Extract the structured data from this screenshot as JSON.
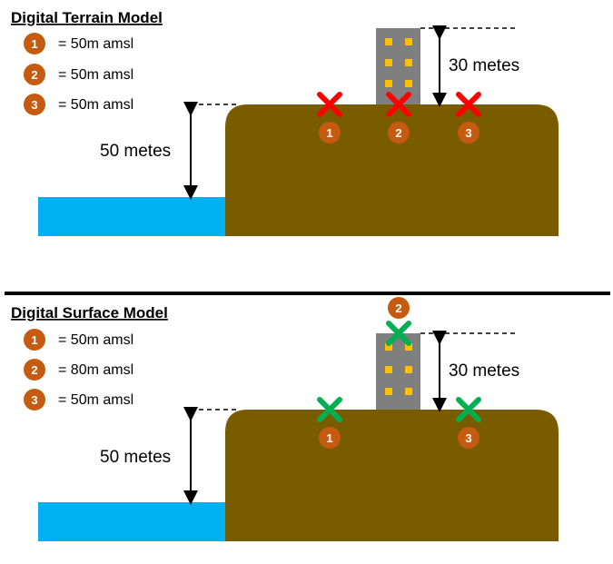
{
  "colors": {
    "ground": "#7a5c00",
    "water": "#00b0f0",
    "building": "#7f7f7f",
    "window": "#ffc000",
    "marker": "#c55a11",
    "terrain_cross": "#ff0000",
    "surface_cross": "#00b050"
  },
  "dtm": {
    "title": "Digital Terrain Model",
    "legend": [
      {
        "num": "1",
        "text": "= 50m amsl"
      },
      {
        "num": "2",
        "text": "= 50m amsl"
      },
      {
        "num": "3",
        "text": "= 50m amsl"
      }
    ],
    "height_label": "50 metes",
    "building_label": "30 metes",
    "markers": [
      "1",
      "2",
      "3"
    ]
  },
  "dsm": {
    "title": "Digital Surface Model",
    "legend": [
      {
        "num": "1",
        "text": "= 50m amsl"
      },
      {
        "num": "2",
        "text": "= 80m amsl"
      },
      {
        "num": "3",
        "text": "= 50m amsl"
      }
    ],
    "height_label": "50 metes",
    "building_label": "30 metes",
    "markers": [
      "1",
      "2",
      "3"
    ]
  }
}
